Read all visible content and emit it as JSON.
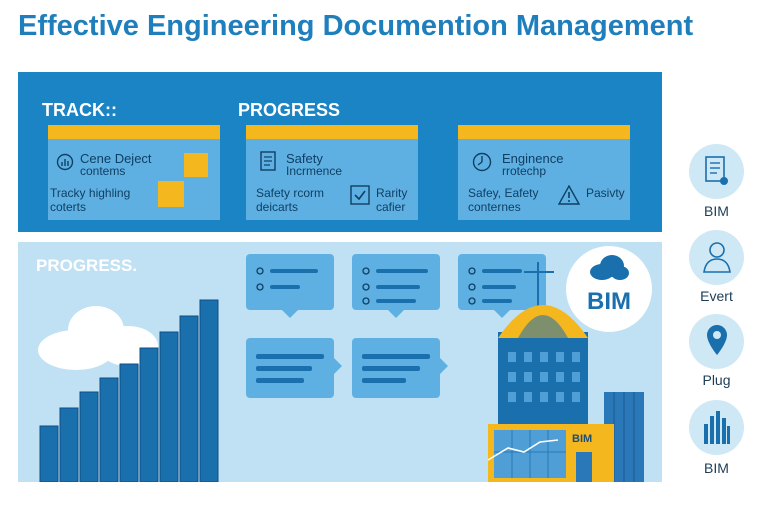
{
  "title": "Effective Engineering Documention Management",
  "top_panel": {
    "label_left": "TRACK::",
    "label_right": "PROGRESS",
    "cards": [
      {
        "line1": "Cene Deject",
        "line2": "contems",
        "line3": "Tracky highling",
        "line4": "coterts",
        "icon": "gauge-icon"
      },
      {
        "line1": "Safety",
        "line2": "Incrmence",
        "line3": "Safety rcorm",
        "line4": "deicarts",
        "line5": "Rarity",
        "line6": "cafier",
        "icon": "document-icon"
      },
      {
        "line1": "Enginence",
        "line2": "rrotechp",
        "line3": "Safey, Eafety",
        "line4": "conternes",
        "line5": "Pasivty",
        "icon": "clock-icon"
      }
    ]
  },
  "bottom_panel": {
    "label": "PROGRESS.",
    "bim_badge": "BIM",
    "building_sign": "BIM"
  },
  "side_items": [
    {
      "label": "BIM",
      "icon": "report-icon"
    },
    {
      "label": "Evert",
      "icon": "person-icon"
    },
    {
      "label": "Plug",
      "icon": "location-pin-icon"
    },
    {
      "label": "BIM",
      "icon": "building-icon"
    }
  ],
  "colors": {
    "primary": "#1a84c4",
    "accent": "#f5b71e",
    "light": "#bfe1f3",
    "card": "#5fb0e2"
  }
}
